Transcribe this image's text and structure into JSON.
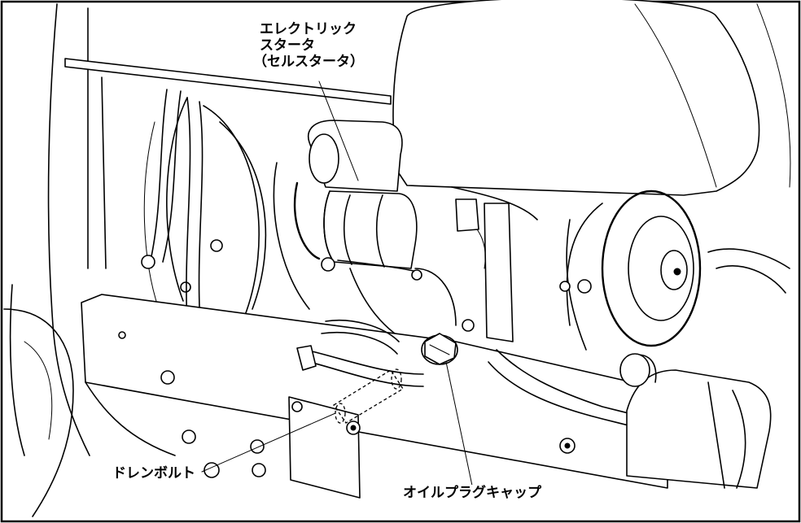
{
  "labels": {
    "starter_line1": "エレクトリック",
    "starter_line2": "スタータ",
    "starter_line3": "（セルスタータ）",
    "drain_bolt": "ドレンボルト",
    "oil_plug_cap": "オイルプラグキャップ"
  },
  "colors": {
    "line": "#000000",
    "background": "#ffffff"
  }
}
